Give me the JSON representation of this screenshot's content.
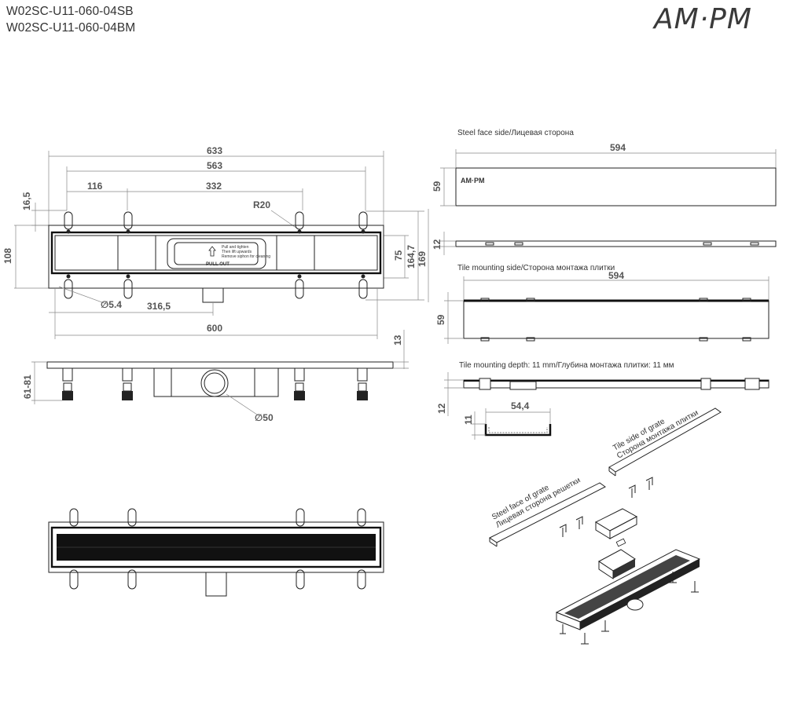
{
  "header": {
    "model_codes": [
      "W02SC-U11-060-04SB",
      "W02SC-U11-060-04BM"
    ],
    "brand_logo": "AM·PM"
  },
  "top_view": {
    "dims": {
      "overall_length": "633",
      "inner_length": "563",
      "first_offset": "116",
      "middle_span": "332",
      "radius": "R20",
      "top_offset": "16,5",
      "height": "108",
      "inner_height": "75",
      "total_height_1": "164,7",
      "total_height_2": "169",
      "hole_diameter": "∅5.4",
      "outlet_offset": "316,5",
      "channel_length": "600"
    },
    "insert_label": {
      "pull_out": "PULL OUT",
      "line1": "Pull and tighten",
      "line2": "Then lift upwards",
      "line3": "Remove siphon for cleaning"
    }
  },
  "side_view": {
    "dims": {
      "height_range": "61-81",
      "flange": "13",
      "outlet_diameter": "∅50"
    }
  },
  "steel_face": {
    "caption": "Steel face side/Лицевая сторона",
    "length": "594",
    "width": "59",
    "thickness": "12",
    "logo": "AM·PM"
  },
  "tile_side": {
    "caption": "Tile mounting side/Сторона монтажа плитки",
    "length": "594",
    "width": "59"
  },
  "tile_depth": {
    "caption": "Tile mounting depth: 11 mm/Глубина монтажа плитки: 11 мм",
    "thickness": "12",
    "profile_width": "54,4",
    "profile_depth": "11"
  },
  "exploded": {
    "tile_side_label_en": "Tile side of grate",
    "tile_side_label_ru": "Сторона монтажа плитки",
    "steel_face_label_en": "Steel face of grate",
    "steel_face_label_ru": "Лицевая сторона решетки"
  }
}
